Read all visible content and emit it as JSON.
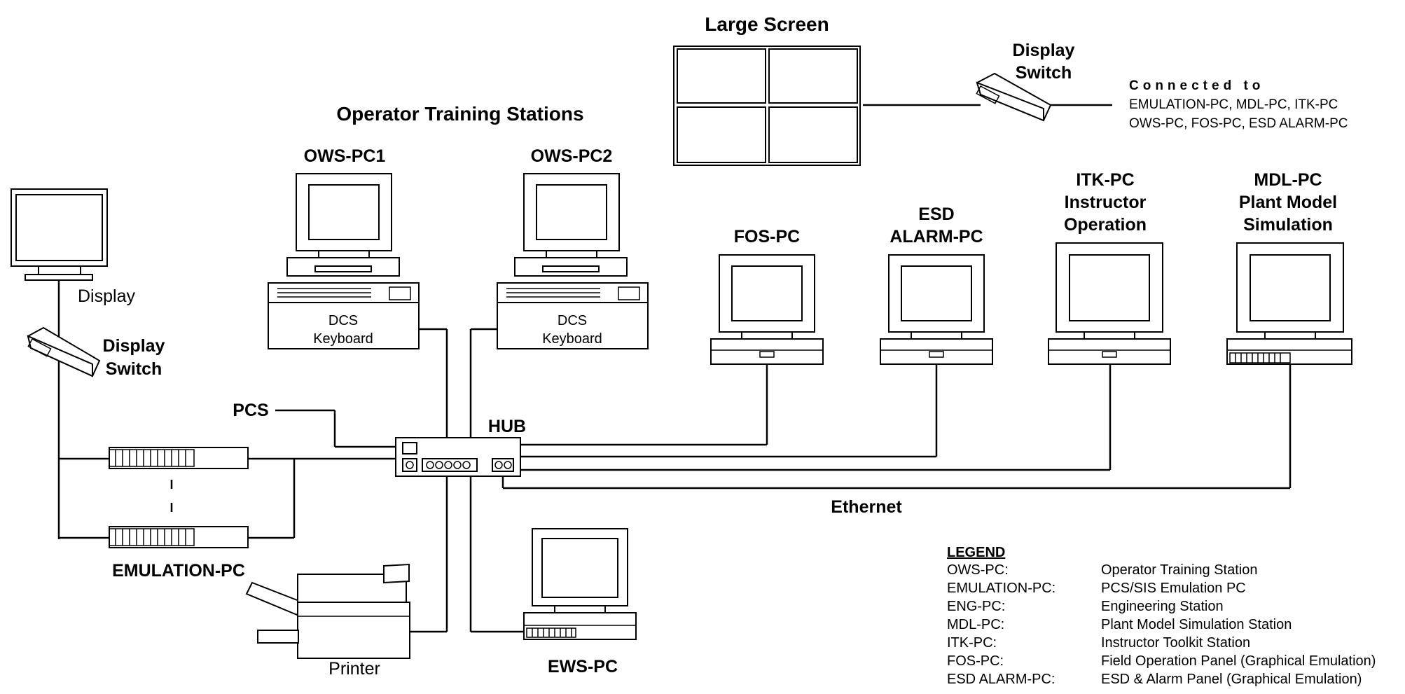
{
  "title_large_screen": "Large Screen",
  "title_operator_training": "Operator Training Stations",
  "display_switch_top": [
    "Display",
    "Switch"
  ],
  "connected_to": {
    "heading": "Connected to",
    "line1": "EMULATION-PC, MDL-PC, ITK-PC",
    "line2": "OWS-PC, FOS-PC, ESD ALARM-PC"
  },
  "ows1": {
    "label": "OWS-PC1",
    "kb1": "DCS",
    "kb2": "Keyboard"
  },
  "ows2": {
    "label": "OWS-PC2",
    "kb1": "DCS",
    "kb2": "Keyboard"
  },
  "fos": {
    "lines": [
      "FOS-PC"
    ]
  },
  "esd": {
    "lines": [
      "ESD",
      "ALARM-PC"
    ]
  },
  "itk": {
    "lines": [
      "ITK-PC",
      "Instructor",
      "Operation"
    ]
  },
  "mdl": {
    "lines": [
      "MDL-PC",
      "Plant Model",
      "Simulation"
    ]
  },
  "display_left": "Display",
  "display_switch_left": [
    "Display",
    "Switch"
  ],
  "pcs": "PCS",
  "hub": "HUB",
  "ethernet": "Ethernet",
  "emulation_pc": "EMULATION-PC",
  "printer": "Printer",
  "ews_pc": "EWS-PC",
  "legend": {
    "title": "LEGEND",
    "rows": [
      {
        "key": "OWS-PC:",
        "value": "Operator Training Station"
      },
      {
        "key": "EMULATION-PC:",
        "value": "PCS/SIS Emulation PC"
      },
      {
        "key": "ENG-PC:",
        "value": "Engineering Station"
      },
      {
        "key": "MDL-PC:",
        "value": "Plant Model Simulation Station"
      },
      {
        "key": "ITK-PC:",
        "value": "Instructor Toolkit Station"
      },
      {
        "key": "FOS-PC:",
        "value": "Field Operation Panel (Graphical Emulation)"
      },
      {
        "key": "ESD ALARM-PC:",
        "value": "ESD & Alarm Panel (Graphical Emulation)"
      }
    ]
  }
}
